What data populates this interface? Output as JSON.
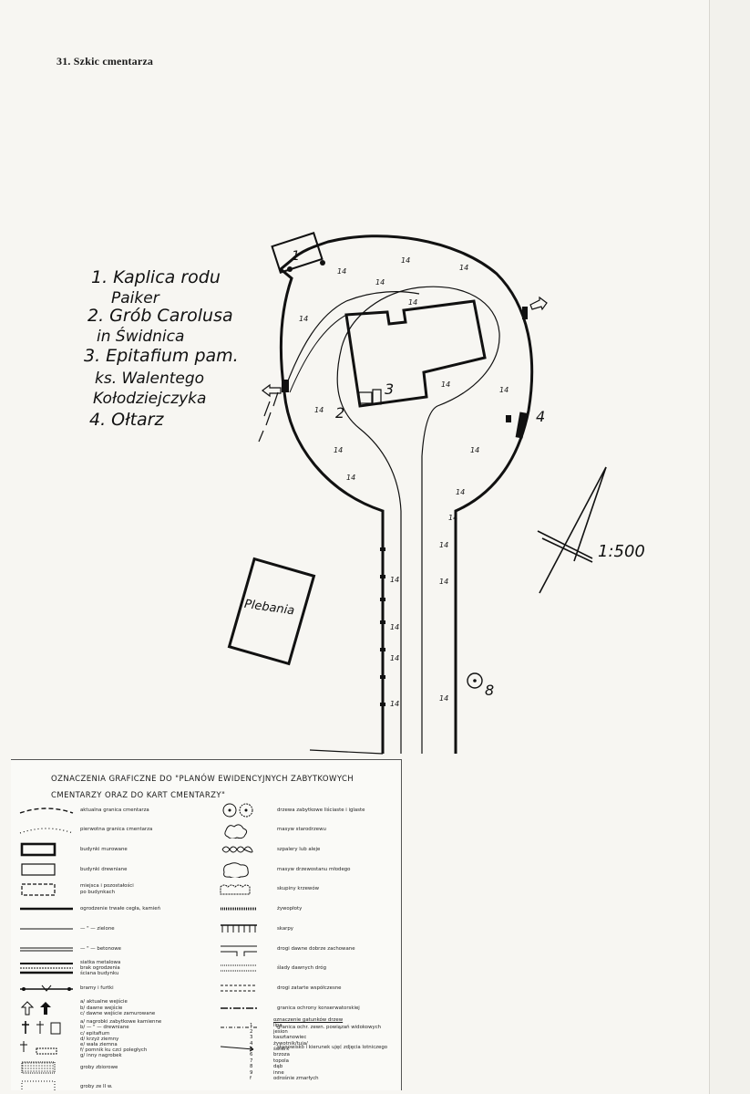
{
  "header": {
    "title": "31. Szkic cmentarza"
  },
  "map": {
    "scale": "1:500",
    "building_label": "Plebania",
    "marker_labels": [
      "1",
      "2",
      "3",
      "4",
      "8"
    ],
    "numbered_key": [
      {
        "line1": "1. Kaplica rodu",
        "line2": "Paiker"
      },
      {
        "line1": "2. Grób Carolusa",
        "line2": "in Świdnica"
      },
      {
        "line1": "3. Epitafium pam.",
        "line2": "ks. Walentego",
        "line3": "Kołodziejczyka"
      },
      {
        "line1": "4. Ołtarz"
      }
    ],
    "tree_marks": [
      "14",
      "14",
      "14",
      "14",
      "14",
      "14",
      "14",
      "14",
      "14",
      "14",
      "14",
      "14",
      "14",
      "14",
      "14",
      "14",
      "14",
      "14",
      "14",
      "14",
      "14"
    ]
  },
  "legend": {
    "title_line1": "Oznaczenia graficzne do \"planów ewidencyjnych zabytkowych",
    "title_line2": "cmentarzy oraz do kart cmentarzy\"",
    "left_items": [
      {
        "icon": "dashed-line-icon",
        "label": "aktualna granica cmentarza"
      },
      {
        "icon": "dotted-line-icon",
        "label": "pierwotna granica cmentarza"
      },
      {
        "icon": "solid-rect-icon",
        "label": "budynki murowane"
      },
      {
        "icon": "open-rect-icon",
        "label": "budynki drewniane"
      },
      {
        "icon": "dashed-rect-icon",
        "label": "miejsca i pozostałości\npo budynkach"
      },
      {
        "icon": "wall-line-icon",
        "label": "ogrodzenie trwałe cegła, kamień"
      },
      {
        "icon": "green-fence-icon",
        "label": "— \" — zielone"
      },
      {
        "icon": "concrete-fence-icon",
        "label": "— \" — betonowe"
      },
      {
        "icon": "fence-types-icon",
        "label": "siatka metalowa\nbrak ogrodzenia\nściana budynku"
      },
      {
        "icon": "gate-icon",
        "label": "bramy i furtki"
      },
      {
        "icon": "entrance-arrow-icon",
        "label": "a/ aktualne wejście\nb/ dawne wejście\nc/ dawne wejście zamurowane"
      },
      {
        "icon": "cross-icon",
        "label": "a/ nagrobki zabytkowe kamienne\nb/ — \" — drewniane\nc/ epitafium"
      },
      {
        "icon": "crypt-icon",
        "label": "d/ krzyż ziemny\ne/ wała ziemna\nf/ pomnik ku czci poległych\ng/ inny nagrobek"
      },
      {
        "icon": "mass-grave-icon",
        "label": "groby zbiorowe"
      },
      {
        "icon": "war-grave-icon",
        "label": "groby ze II w."
      }
    ],
    "right_items": [
      {
        "icon": "tree-icon",
        "label": "drzewa zabytkowe liściaste i iglaste"
      },
      {
        "icon": "tree-mass-icon",
        "label": "masyw starodrzewu"
      },
      {
        "icon": "tree-row-icon",
        "label": "szpalery lub aleje"
      },
      {
        "icon": "young-trees-icon",
        "label": "masyw drzewostanu młodego"
      },
      {
        "icon": "tree-group-icon",
        "label": "skupiny krzewów"
      },
      {
        "icon": "hedge-icon",
        "label": "żywopłoty"
      },
      {
        "icon": "slope-icon",
        "label": "skarpy"
      },
      {
        "icon": "road-icon",
        "label": "drogi dawne dobrze zachowane"
      },
      {
        "icon": "trail-icon",
        "label": "ślady dawnych dróg"
      },
      {
        "icon": "new-road-icon",
        "label": "drogi zatarte współczesne"
      },
      {
        "icon": "boundary-icon",
        "label": "granica ochrony konserwatorskiej"
      },
      {
        "icon": "water-boundary-icon",
        "label": "granica ochr. zewn. powiązań widokowych"
      },
      {
        "icon": "arrow-icon",
        "label": "stanowisko i kierunek ujęć zdjęcia lotniczego"
      }
    ],
    "species_title": "oznaczenie gatunków drzew",
    "species": [
      {
        "num": "1",
        "name": "lipa"
      },
      {
        "num": "2",
        "name": "jesion"
      },
      {
        "num": "3",
        "name": "kasztanowiec"
      },
      {
        "num": "4",
        "name": "żywotnik/tuja/"
      },
      {
        "num": "5",
        "name": "świerk"
      },
      {
        "num": "6",
        "name": "brzoza"
      },
      {
        "num": "7",
        "name": "topola"
      },
      {
        "num": "8",
        "name": "dąb"
      },
      {
        "num": "9",
        "name": "inne"
      },
      {
        "num": "f",
        "name": "odrośnie zmarłych"
      }
    ]
  }
}
